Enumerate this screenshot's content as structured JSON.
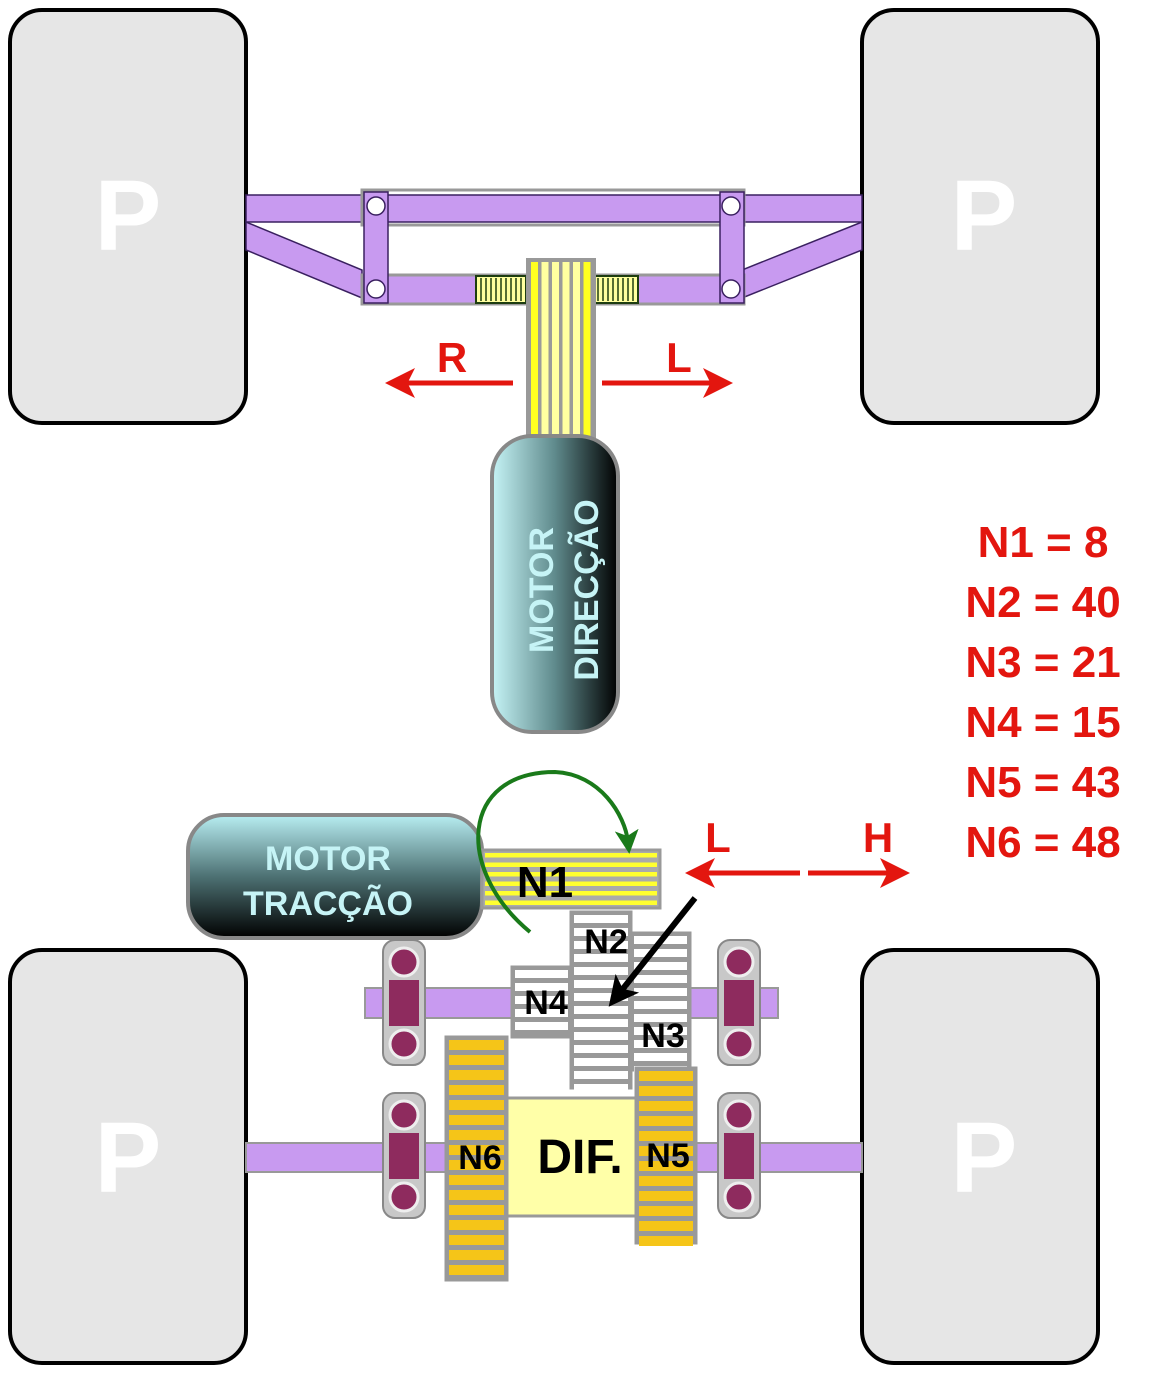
{
  "wheels": {
    "label": "P"
  },
  "steering": {
    "left_label": "R",
    "right_label": "L"
  },
  "steering_motor": {
    "line1": "MOTOR",
    "line2": "DIRECÇÃO"
  },
  "traction_motor": {
    "line1": "MOTOR",
    "line2": "TRACÇÃO"
  },
  "shift": {
    "low_label": "L",
    "high_label": "H"
  },
  "gears": {
    "n1": "N1",
    "n2": "N2",
    "n3": "N3",
    "n4": "N4",
    "n5": "N5",
    "n6": "N6",
    "dif": "DIF."
  },
  "ratios": [
    "N1 = 8",
    "N2 = 40",
    "N3 = 21",
    "N4 = 15",
    "N5 = 43",
    "N6 = 48"
  ],
  "colors": {
    "frame": "#c89af0",
    "arrow_red": "#e3160f",
    "rotation_green": "#1a7a1a",
    "gear_yellow": "#f5c518",
    "diff": "#ffffa8",
    "bearing": "#8e2b5e"
  }
}
